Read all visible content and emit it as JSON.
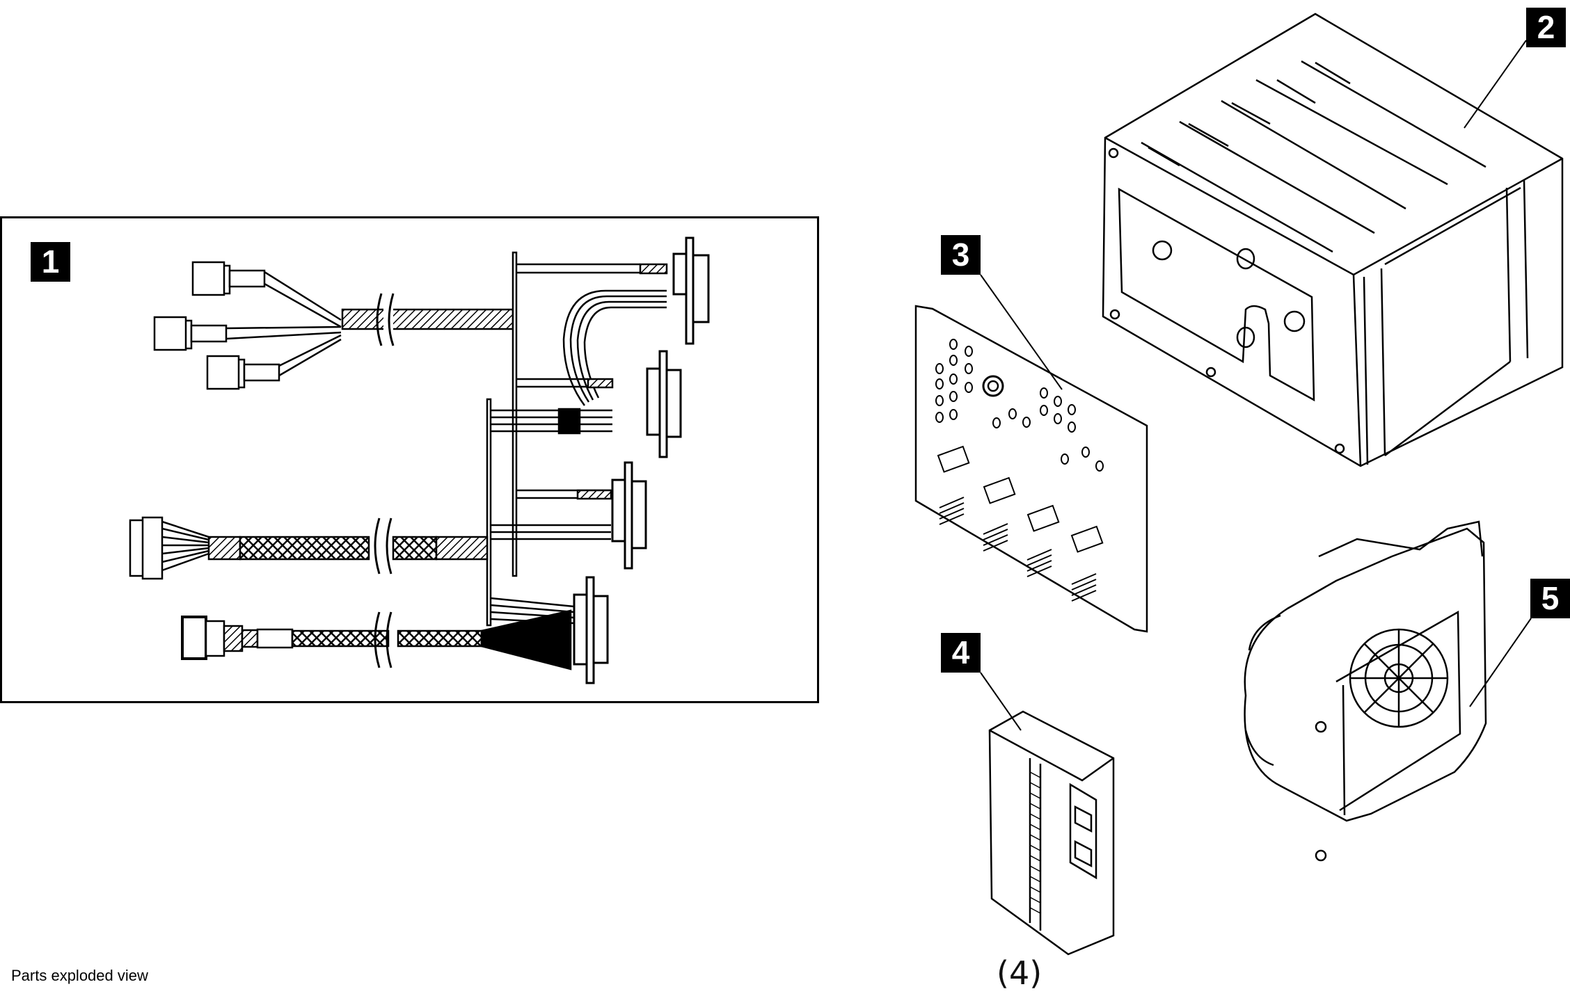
{
  "diagram": {
    "title": "Parts exploded view",
    "callouts": [
      {
        "id": "1",
        "label": "1",
        "part": "cable-assembly"
      },
      {
        "id": "2",
        "label": "2",
        "part": "drive-cage"
      },
      {
        "id": "3",
        "label": "3",
        "part": "backplane"
      },
      {
        "id": "4",
        "label": "4",
        "part": "drive-filler"
      },
      {
        "id": "5",
        "label": "5",
        "part": "fan-assembly"
      }
    ],
    "quantity_note": "(4)",
    "colors": {
      "line": "#000000",
      "hatch": "#000000",
      "background": "#ffffff",
      "callout_bg": "#000000",
      "callout_text": "#ffffff"
    }
  }
}
